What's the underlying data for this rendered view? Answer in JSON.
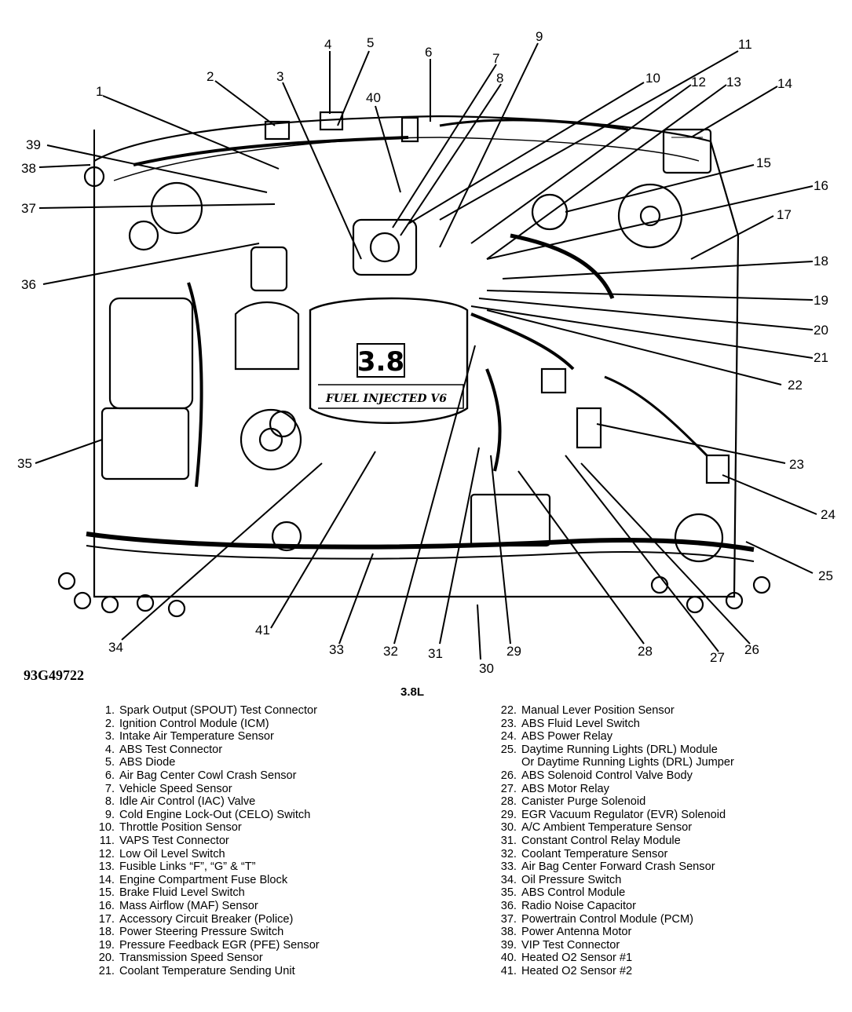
{
  "figure_id": "93G49722",
  "engine_label": "3.8L",
  "intake_text": "3.8",
  "plenum_text": "FUEL INJECTED V6",
  "callouts": [
    "1",
    "2",
    "3",
    "4",
    "5",
    "6",
    "7",
    "8",
    "9",
    "10",
    "11",
    "12",
    "13",
    "14",
    "15",
    "16",
    "17",
    "18",
    "19",
    "20",
    "21",
    "22",
    "23",
    "24",
    "25",
    "26",
    "27",
    "28",
    "29",
    "30",
    "31",
    "32",
    "33",
    "34",
    "35",
    "36",
    "37",
    "38",
    "39",
    "40",
    "41"
  ],
  "legend_left": [
    {
      "num": "1.",
      "text": "Spark Output (SPOUT) Test Connector"
    },
    {
      "num": "2.",
      "text": "Ignition Control Module (ICM)"
    },
    {
      "num": "3.",
      "text": "Intake Air Temperature Sensor"
    },
    {
      "num": "4.",
      "text": "ABS Test Connector"
    },
    {
      "num": "5.",
      "text": "ABS Diode"
    },
    {
      "num": "6.",
      "text": "Air Bag Center Cowl Crash Sensor"
    },
    {
      "num": "7.",
      "text": "Vehicle Speed Sensor"
    },
    {
      "num": "8.",
      "text": "Idle Air Control (IAC) Valve"
    },
    {
      "num": "9.",
      "text": "Cold Engine Lock-Out (CELO) Switch"
    },
    {
      "num": "10.",
      "text": "Throttle Position Sensor"
    },
    {
      "num": "11.",
      "text": "VAPS Test Connector"
    },
    {
      "num": "12.",
      "text": "Low Oil Level Switch"
    },
    {
      "num": "13.",
      "text": "Fusible Links “F”, “G” & “T”"
    },
    {
      "num": "14.",
      "text": "Engine Compartment Fuse Block"
    },
    {
      "num": "15.",
      "text": "Brake Fluid Level Switch"
    },
    {
      "num": "16.",
      "text": "Mass Airflow (MAF) Sensor"
    },
    {
      "num": "17.",
      "text": "Accessory Circuit Breaker (Police)"
    },
    {
      "num": "18.",
      "text": "Power Steering Pressure Switch"
    },
    {
      "num": "19.",
      "text": "Pressure Feedback EGR (PFE) Sensor"
    },
    {
      "num": "20.",
      "text": "Transmission Speed Sensor"
    },
    {
      "num": "21.",
      "text": "Coolant Temperature Sending Unit"
    }
  ],
  "legend_right": [
    {
      "num": "22.",
      "text": "Manual Lever Position Sensor"
    },
    {
      "num": "23.",
      "text": "ABS Fluid Level Switch"
    },
    {
      "num": "24.",
      "text": "ABS Power Relay"
    },
    {
      "num": "25.",
      "text": "Daytime Running Lights (DRL) Module",
      "cont": "Or Daytime Running Lights (DRL) Jumper"
    },
    {
      "num": "26.",
      "text": "ABS Solenoid Control Valve Body"
    },
    {
      "num": "27.",
      "text": "ABS Motor Relay"
    },
    {
      "num": "28.",
      "text": "Canister Purge Solenoid"
    },
    {
      "num": "29.",
      "text": "EGR Vacuum Regulator (EVR) Solenoid"
    },
    {
      "num": "30.",
      "text": "A/C Ambient Temperature Sensor"
    },
    {
      "num": "31.",
      "text": "Constant Control Relay Module"
    },
    {
      "num": "32.",
      "text": "Coolant Temperature Sensor"
    },
    {
      "num": "33.",
      "text": "Air Bag Center Forward Crash Sensor"
    },
    {
      "num": "34.",
      "text": "Oil Pressure Switch"
    },
    {
      "num": "35.",
      "text": "ABS Control Module"
    },
    {
      "num": "36.",
      "text": "Radio Noise Capacitor"
    },
    {
      "num": "37.",
      "text": "Powertrain Control Module (PCM)"
    },
    {
      "num": "38.",
      "text": "Power Antenna Motor"
    },
    {
      "num": "39.",
      "text": "VIP Test Connector"
    },
    {
      "num": "40.",
      "text": "Heated O2 Sensor #1"
    },
    {
      "num": "41.",
      "text": "Heated O2 Sensor #2"
    }
  ]
}
